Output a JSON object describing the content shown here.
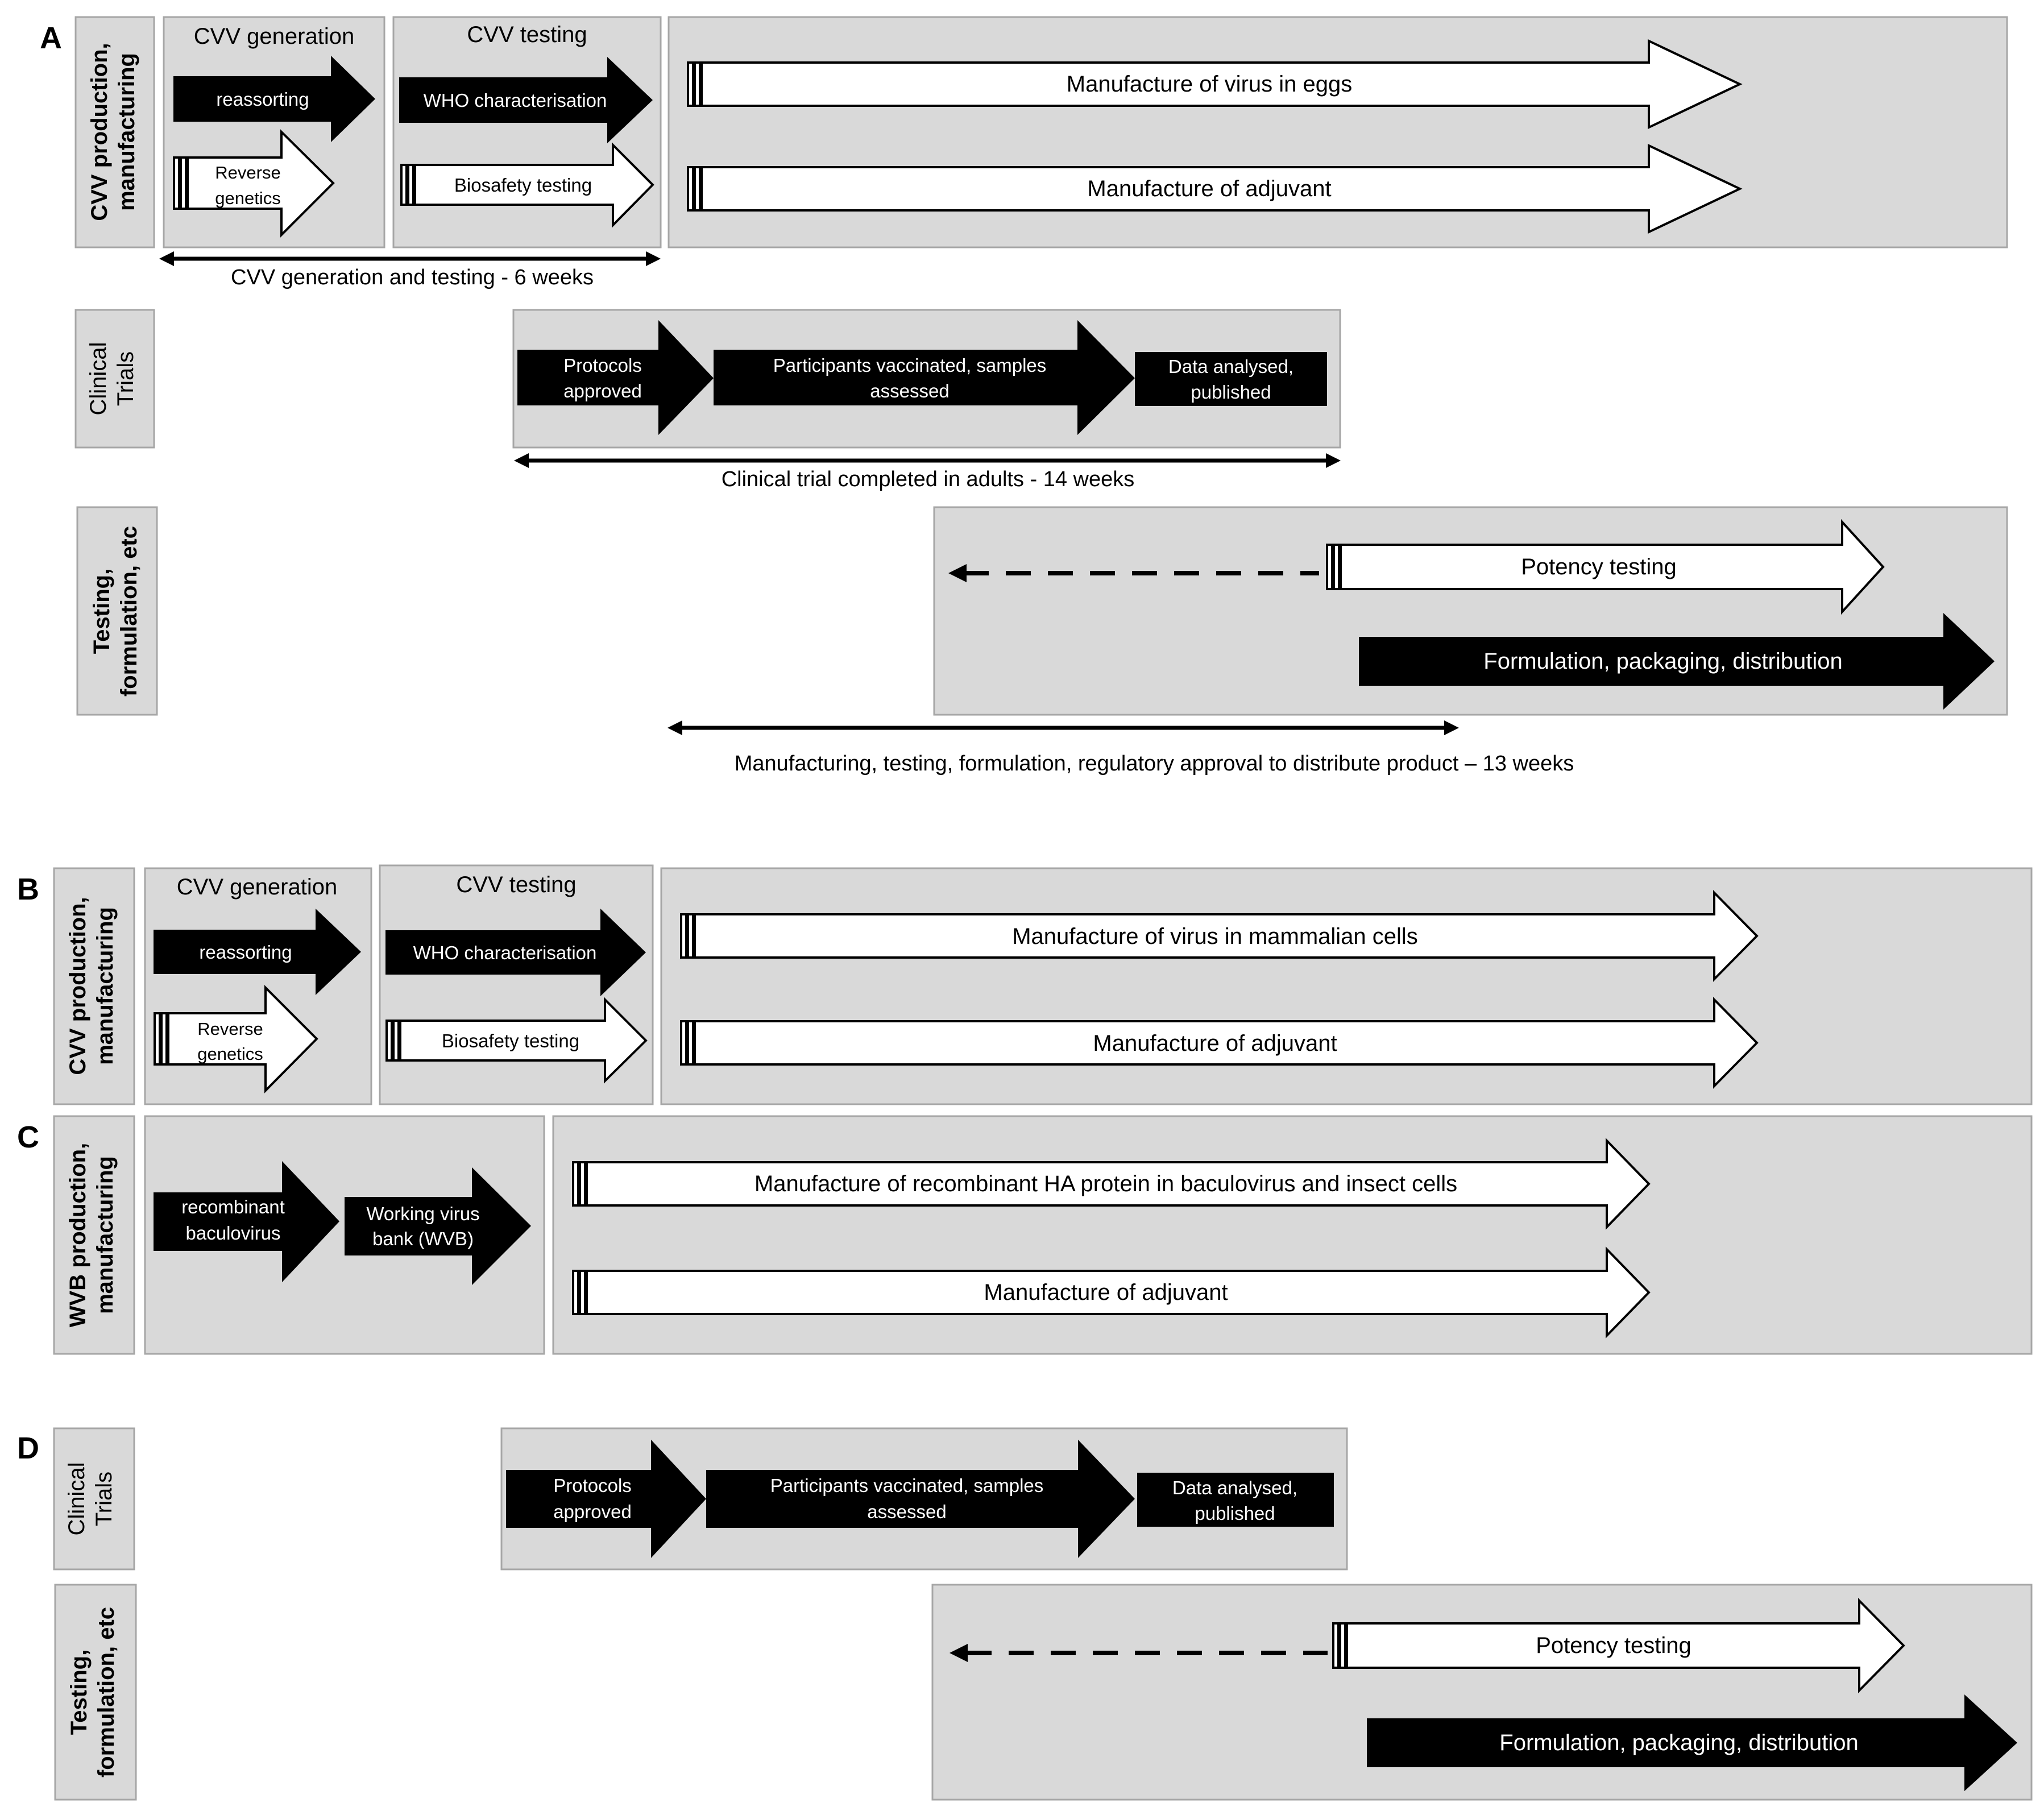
{
  "panels": {
    "A": {
      "letter": "A",
      "row_cvv": {
        "side_label": [
          "CVV production,",
          "manufacturing"
        ],
        "gen_title": "CVV generation",
        "gen_arrow": "reassorting",
        "gen_white": [
          "Reverse",
          "genetics"
        ],
        "test_title": "CVV testing",
        "test_arrow": "WHO characterisation",
        "test_white": "Biosafety testing",
        "manuf_1": "Manufacture of virus in eggs",
        "manuf_2": "Manufacture of adjuvant"
      },
      "span_1": "CVV generation and testing - 6 weeks",
      "row_clinical": {
        "side_label": [
          "Clinical",
          "Trials"
        ],
        "step_1": [
          "Protocols",
          "approved"
        ],
        "step_2": [
          "Participants vaccinated, samples",
          "assessed"
        ],
        "step_3": [
          "Data analysed,",
          "published"
        ]
      },
      "span_2": "Clinical trial completed in adults - 14 weeks",
      "row_testing": {
        "side_label": [
          "Testing,",
          "formulation, etc"
        ],
        "potency": "Potency testing",
        "formulation": "Formulation, packaging, distribution"
      },
      "span_3": "Manufacturing, testing, formulation, regulatory approval to distribute product – 13 weeks"
    },
    "B": {
      "letter": "B",
      "side_label": [
        "CVV production,",
        "manufacturing"
      ],
      "gen_title": "CVV generation",
      "gen_arrow": "reassorting",
      "gen_white": [
        "Reverse",
        "genetics"
      ],
      "test_title": "CVV testing",
      "test_arrow": "WHO characterisation",
      "test_white": "Biosafety testing",
      "manuf_1": "Manufacture of virus in mammalian cells",
      "manuf_2": "Manufacture of adjuvant"
    },
    "C": {
      "letter": "C",
      "side_label": [
        "WVB production,",
        "manufacturing"
      ],
      "step_1": [
        "recombinant",
        "baculovirus"
      ],
      "step_2": [
        "Working virus",
        "bank (WVB)"
      ],
      "manuf_1": "Manufacture of recombinant HA protein in baculovirus and insect cells",
      "manuf_2": "Manufacture of adjuvant"
    },
    "D": {
      "letter": "D",
      "row_clinical": {
        "side_label": [
          "Clinical",
          "Trials"
        ],
        "step_1": [
          "Protocols",
          "approved"
        ],
        "step_2": [
          "Participants vaccinated, samples",
          "assessed"
        ],
        "step_3": [
          "Data analysed,",
          "published"
        ]
      },
      "row_testing": {
        "side_label": [
          "Testing,",
          "formulation, etc"
        ],
        "potency": "Potency testing",
        "formulation": "Formulation, packaging, distribution"
      }
    }
  },
  "colors": {
    "box_fill": "#d9d9d9",
    "box_stroke": "#a6a6a6",
    "black": "#000000",
    "white": "#ffffff"
  }
}
